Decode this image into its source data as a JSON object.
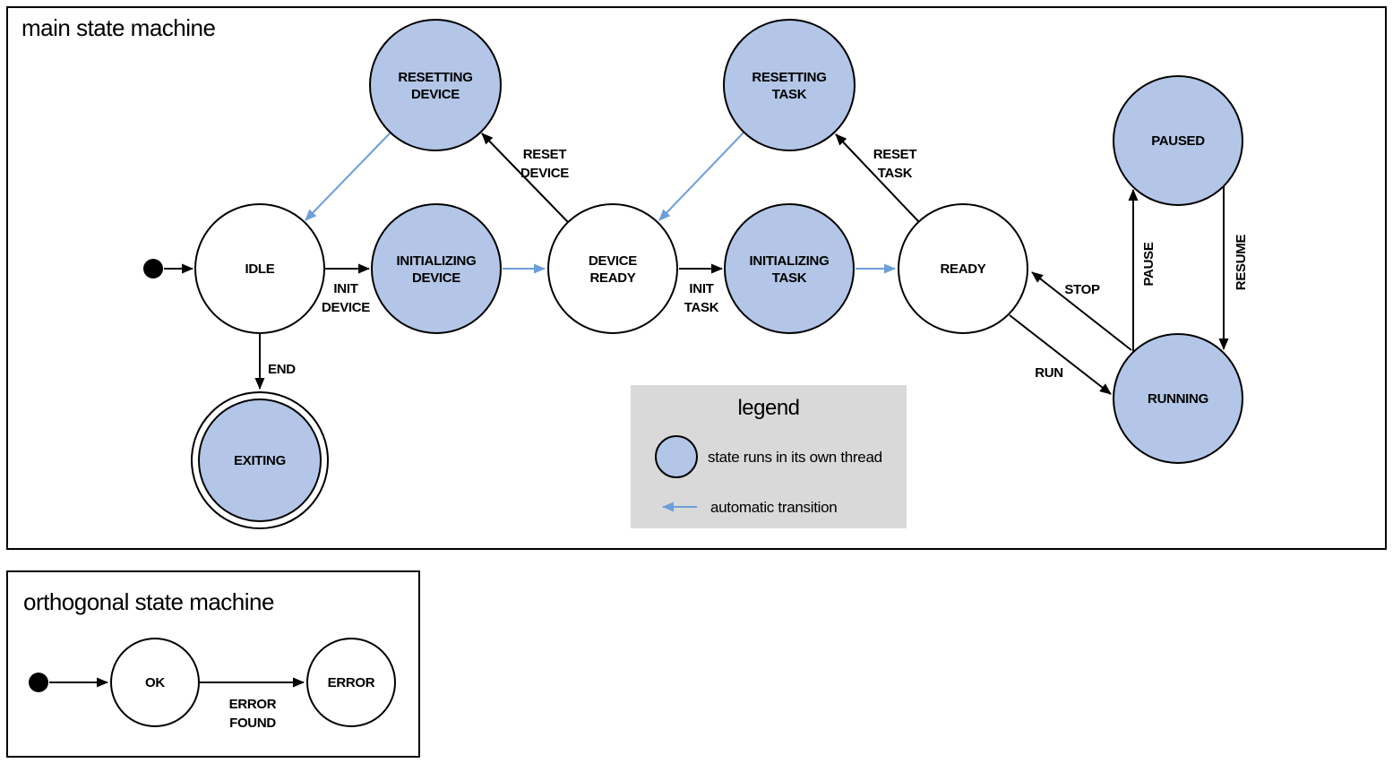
{
  "colors": {
    "state_fill": "#b3c6e7",
    "auto_transition": "#6c9fd9",
    "legend_bg": "#d9d9d9",
    "stroke": "#000000"
  },
  "main_machine": {
    "title": "main state machine",
    "states": {
      "idle": {
        "label": "IDLE"
      },
      "resetting_device": {
        "lines": [
          "RESETTING",
          "DEVICE"
        ]
      },
      "initializing_device": {
        "lines": [
          "INITIALIZING",
          "DEVICE"
        ]
      },
      "device_ready": {
        "lines": [
          "DEVICE",
          "READY"
        ]
      },
      "resetting_task": {
        "lines": [
          "RESETTING",
          "TASK"
        ]
      },
      "initializing_task": {
        "lines": [
          "INITIALIZING",
          "TASK"
        ]
      },
      "ready": {
        "label": "READY"
      },
      "paused": {
        "label": "PAUSED"
      },
      "running": {
        "label": "RUNNING"
      },
      "exiting": {
        "label": "EXITING"
      }
    },
    "transitions": {
      "init_device": {
        "lines": [
          "INIT",
          "DEVICE"
        ]
      },
      "init_task": {
        "lines": [
          "INIT",
          "TASK"
        ]
      },
      "reset_device": {
        "lines": [
          "RESET",
          "DEVICE"
        ]
      },
      "reset_task": {
        "lines": [
          "RESET",
          "TASK"
        ]
      },
      "end": {
        "label": "END"
      },
      "run": {
        "label": "RUN"
      },
      "stop": {
        "label": "STOP"
      },
      "pause": {
        "label": "PAUSE"
      },
      "resume": {
        "label": "RESUME"
      }
    }
  },
  "legend": {
    "title": "legend",
    "items": [
      {
        "label": "state runs in its own thread"
      },
      {
        "label": "automatic transition"
      }
    ]
  },
  "orthogonal_machine": {
    "title": "orthogonal state machine",
    "states": {
      "ok": {
        "label": "OK"
      },
      "error": {
        "label": "ERROR"
      }
    },
    "transitions": {
      "error_found": {
        "lines": [
          "ERROR",
          "FOUND"
        ]
      }
    }
  }
}
